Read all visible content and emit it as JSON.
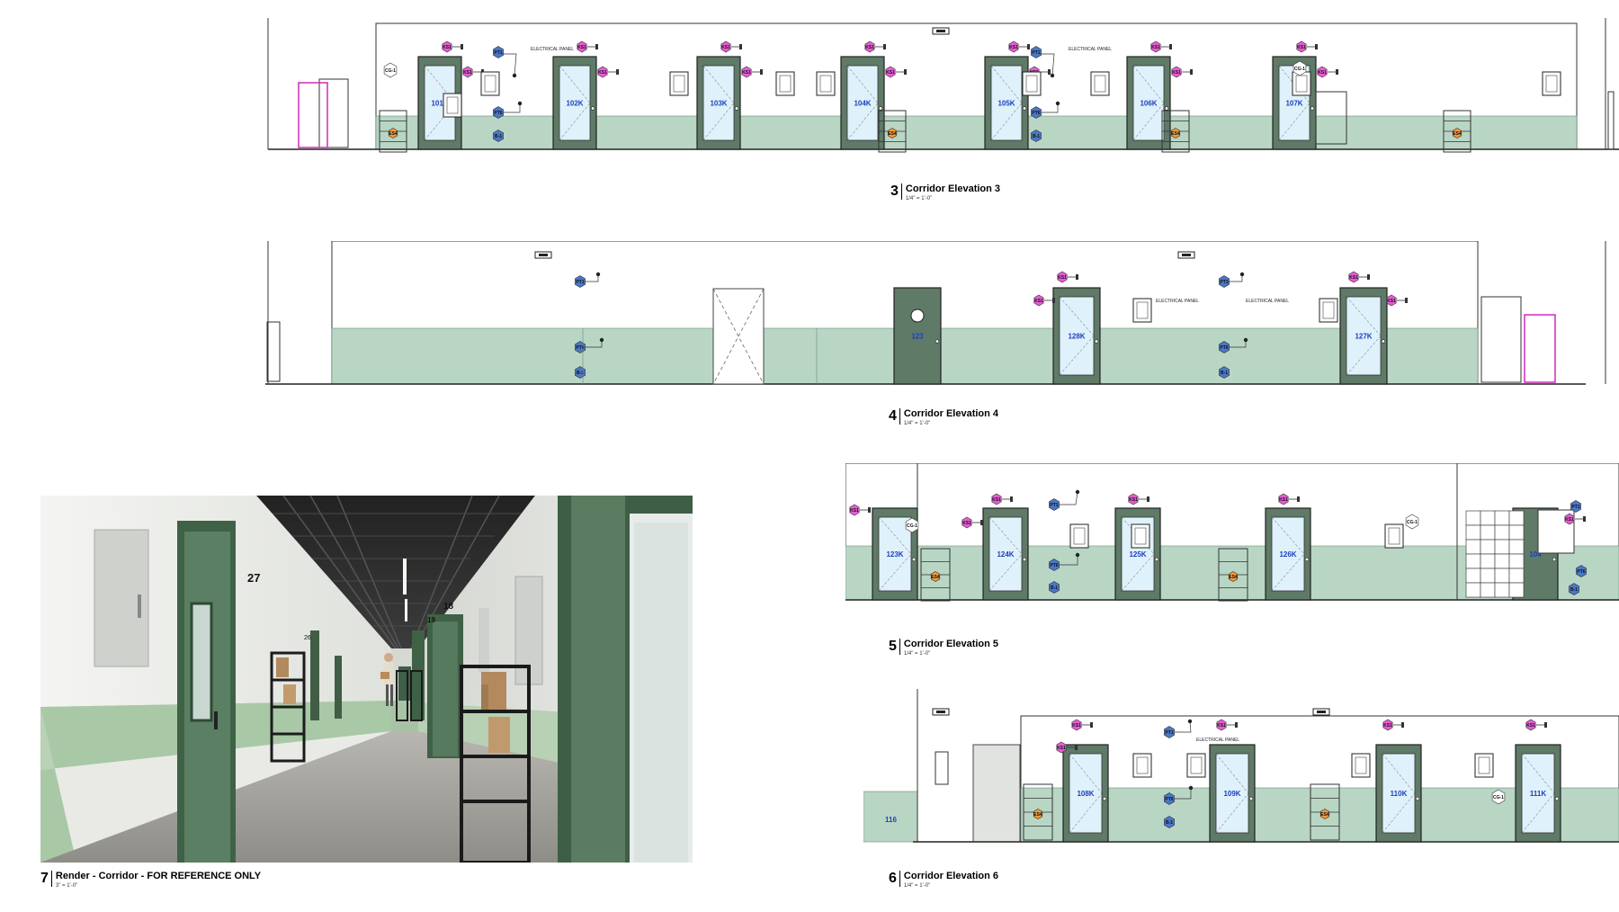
{
  "views": [
    {
      "number": "3",
      "title": "Corridor Elevation 3",
      "scale": "1/4\" = 1'-0\""
    },
    {
      "number": "4",
      "title": "Corridor Elevation 4",
      "scale": "1/4\" = 1'-0\""
    },
    {
      "number": "5",
      "title": "Corridor Elevation 5",
      "scale": "1/4\" = 1'-0\""
    },
    {
      "number": "6",
      "title": "Corridor Elevation 6",
      "scale": "1/4\" = 1'-0\""
    },
    {
      "number": "7",
      "title": "Render - Corridor - FOR REFERENCE ONLY",
      "scale": "3\" = 1'-0\""
    }
  ],
  "tags": {
    "electrical_panel": "ELECTRICAL PANEL",
    "pt1": "PT1",
    "pt6": "PT6",
    "b1": "B-1",
    "cg1": "CG-1",
    "ks": "KS1",
    "es": "ES4"
  },
  "elevation3": {
    "doors": [
      "101K",
      "102K",
      "103K",
      "104K",
      "105K",
      "106K",
      "107K"
    ]
  },
  "elevation4": {
    "doors": [
      "123",
      "128K",
      "127K"
    ]
  },
  "elevation5": {
    "doors": [
      "123K",
      "124K",
      "125K",
      "126K",
      "104"
    ]
  },
  "elevation6": {
    "doors": [
      "108K",
      "109K",
      "110K",
      "111K"
    ],
    "room": "116"
  },
  "render": {
    "room_numbers": [
      "27",
      "26",
      "19",
      "18"
    ]
  },
  "colors": {
    "wainscot": "#b9d6c5",
    "door": "#5f7a67",
    "glass": "#dff1fa",
    "tag_magenta": "#e85bd6",
    "tag_blue": "#4a78c8",
    "tag_orange": "#f29a3a",
    "door_label": "#1d3fbf"
  }
}
